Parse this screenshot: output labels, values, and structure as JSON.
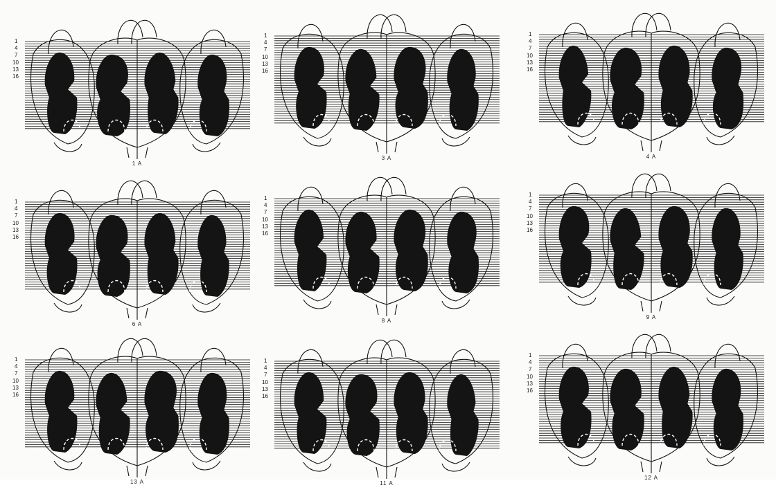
{
  "plate": {
    "row_markers": [
      "1",
      "4",
      "7",
      "10",
      "13",
      "16"
    ],
    "colors": {
      "ink": "#111111",
      "fill": "#141414",
      "paper": "#fbfbf9",
      "dash": "#ffffff"
    }
  },
  "panels": [
    {
      "caption": "1 A"
    },
    {
      "caption": "3 A"
    },
    {
      "caption": "4 A"
    },
    {
      "caption": "6 A"
    },
    {
      "caption": "8 A"
    },
    {
      "caption": "9 A"
    },
    {
      "caption": "13 A"
    },
    {
      "caption": "11 A"
    },
    {
      "caption": "12 A"
    }
  ]
}
